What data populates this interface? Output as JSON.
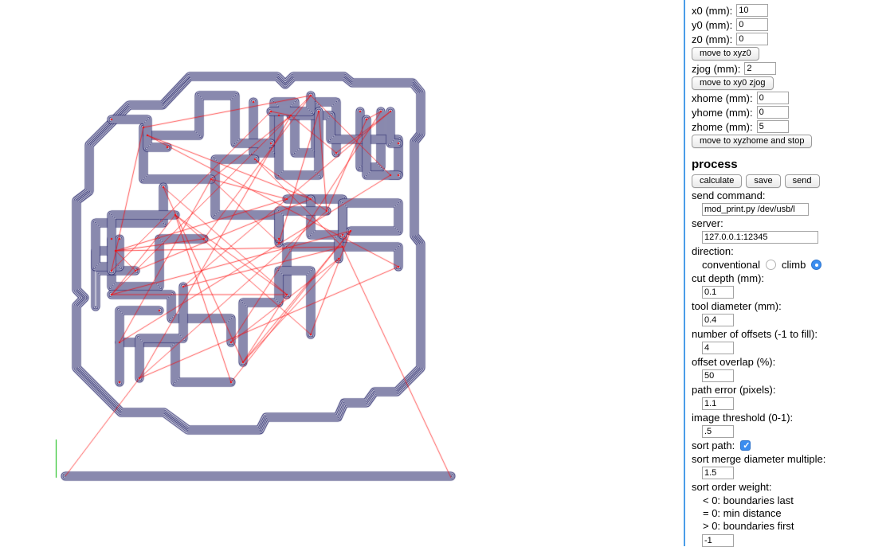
{
  "panel": {
    "x0": {
      "label": "x0 (mm):",
      "value": "10"
    },
    "y0": {
      "label": "y0 (mm):",
      "value": "0"
    },
    "z0": {
      "label": "z0 (mm):",
      "value": "0"
    },
    "move_xyz0_label": "move to xyz0",
    "zjog": {
      "label": "zjog (mm):",
      "value": "2"
    },
    "move_xy0_zjog_label": "move to xy0 zjog",
    "xhome": {
      "label": "xhome (mm):",
      "value": "0"
    },
    "yhome": {
      "label": "yhome (mm):",
      "value": "0"
    },
    "zhome": {
      "label": "zhome (mm):",
      "value": "5"
    },
    "move_xyzhome_label": "move to xyzhome and stop",
    "process_heading": "process",
    "calculate_label": "calculate",
    "save_label": "save",
    "send_label": "send",
    "send_command": {
      "label": "send command:",
      "value": "mod_print.py /dev/usb/l"
    },
    "server": {
      "label": "server:",
      "value": "127.0.0.1:12345"
    },
    "direction": {
      "label": "direction:",
      "conventional_label": "conventional",
      "climb_label": "climb",
      "selected": "climb",
      "climb_checked": "true"
    },
    "cut_depth": {
      "label": "cut depth (mm):",
      "value": "0.1"
    },
    "tool_diameter": {
      "label": "tool diameter (mm):",
      "value": "0.4"
    },
    "number_of_offsets": {
      "label": "number of offsets (-1 to fill):",
      "value": "4"
    },
    "offset_overlap": {
      "label": "offset overlap (%):",
      "value": "50"
    },
    "path_error": {
      "label": "path error (pixels):",
      "value": "1.1"
    },
    "image_threshold": {
      "label": "image threshold (0-1):",
      "value": ".5"
    },
    "sort_path": {
      "label": "sort path:",
      "checked": "true"
    },
    "sort_merge": {
      "label": "sort merge diameter multiple:",
      "value": "1.5"
    },
    "sort_order_weight": {
      "label": "sort order weight:",
      "option_neg": "< 0: boundaries last",
      "option_zero": "= 0: min distance",
      "option_pos": "> 0: boundaries first",
      "value": "-1"
    }
  },
  "toolpath": {
    "seed": 20240,
    "colors": {
      "path": "#14145e",
      "travel": "#ff0000",
      "origin": "#00b800",
      "divider": "#4a9de8"
    }
  }
}
